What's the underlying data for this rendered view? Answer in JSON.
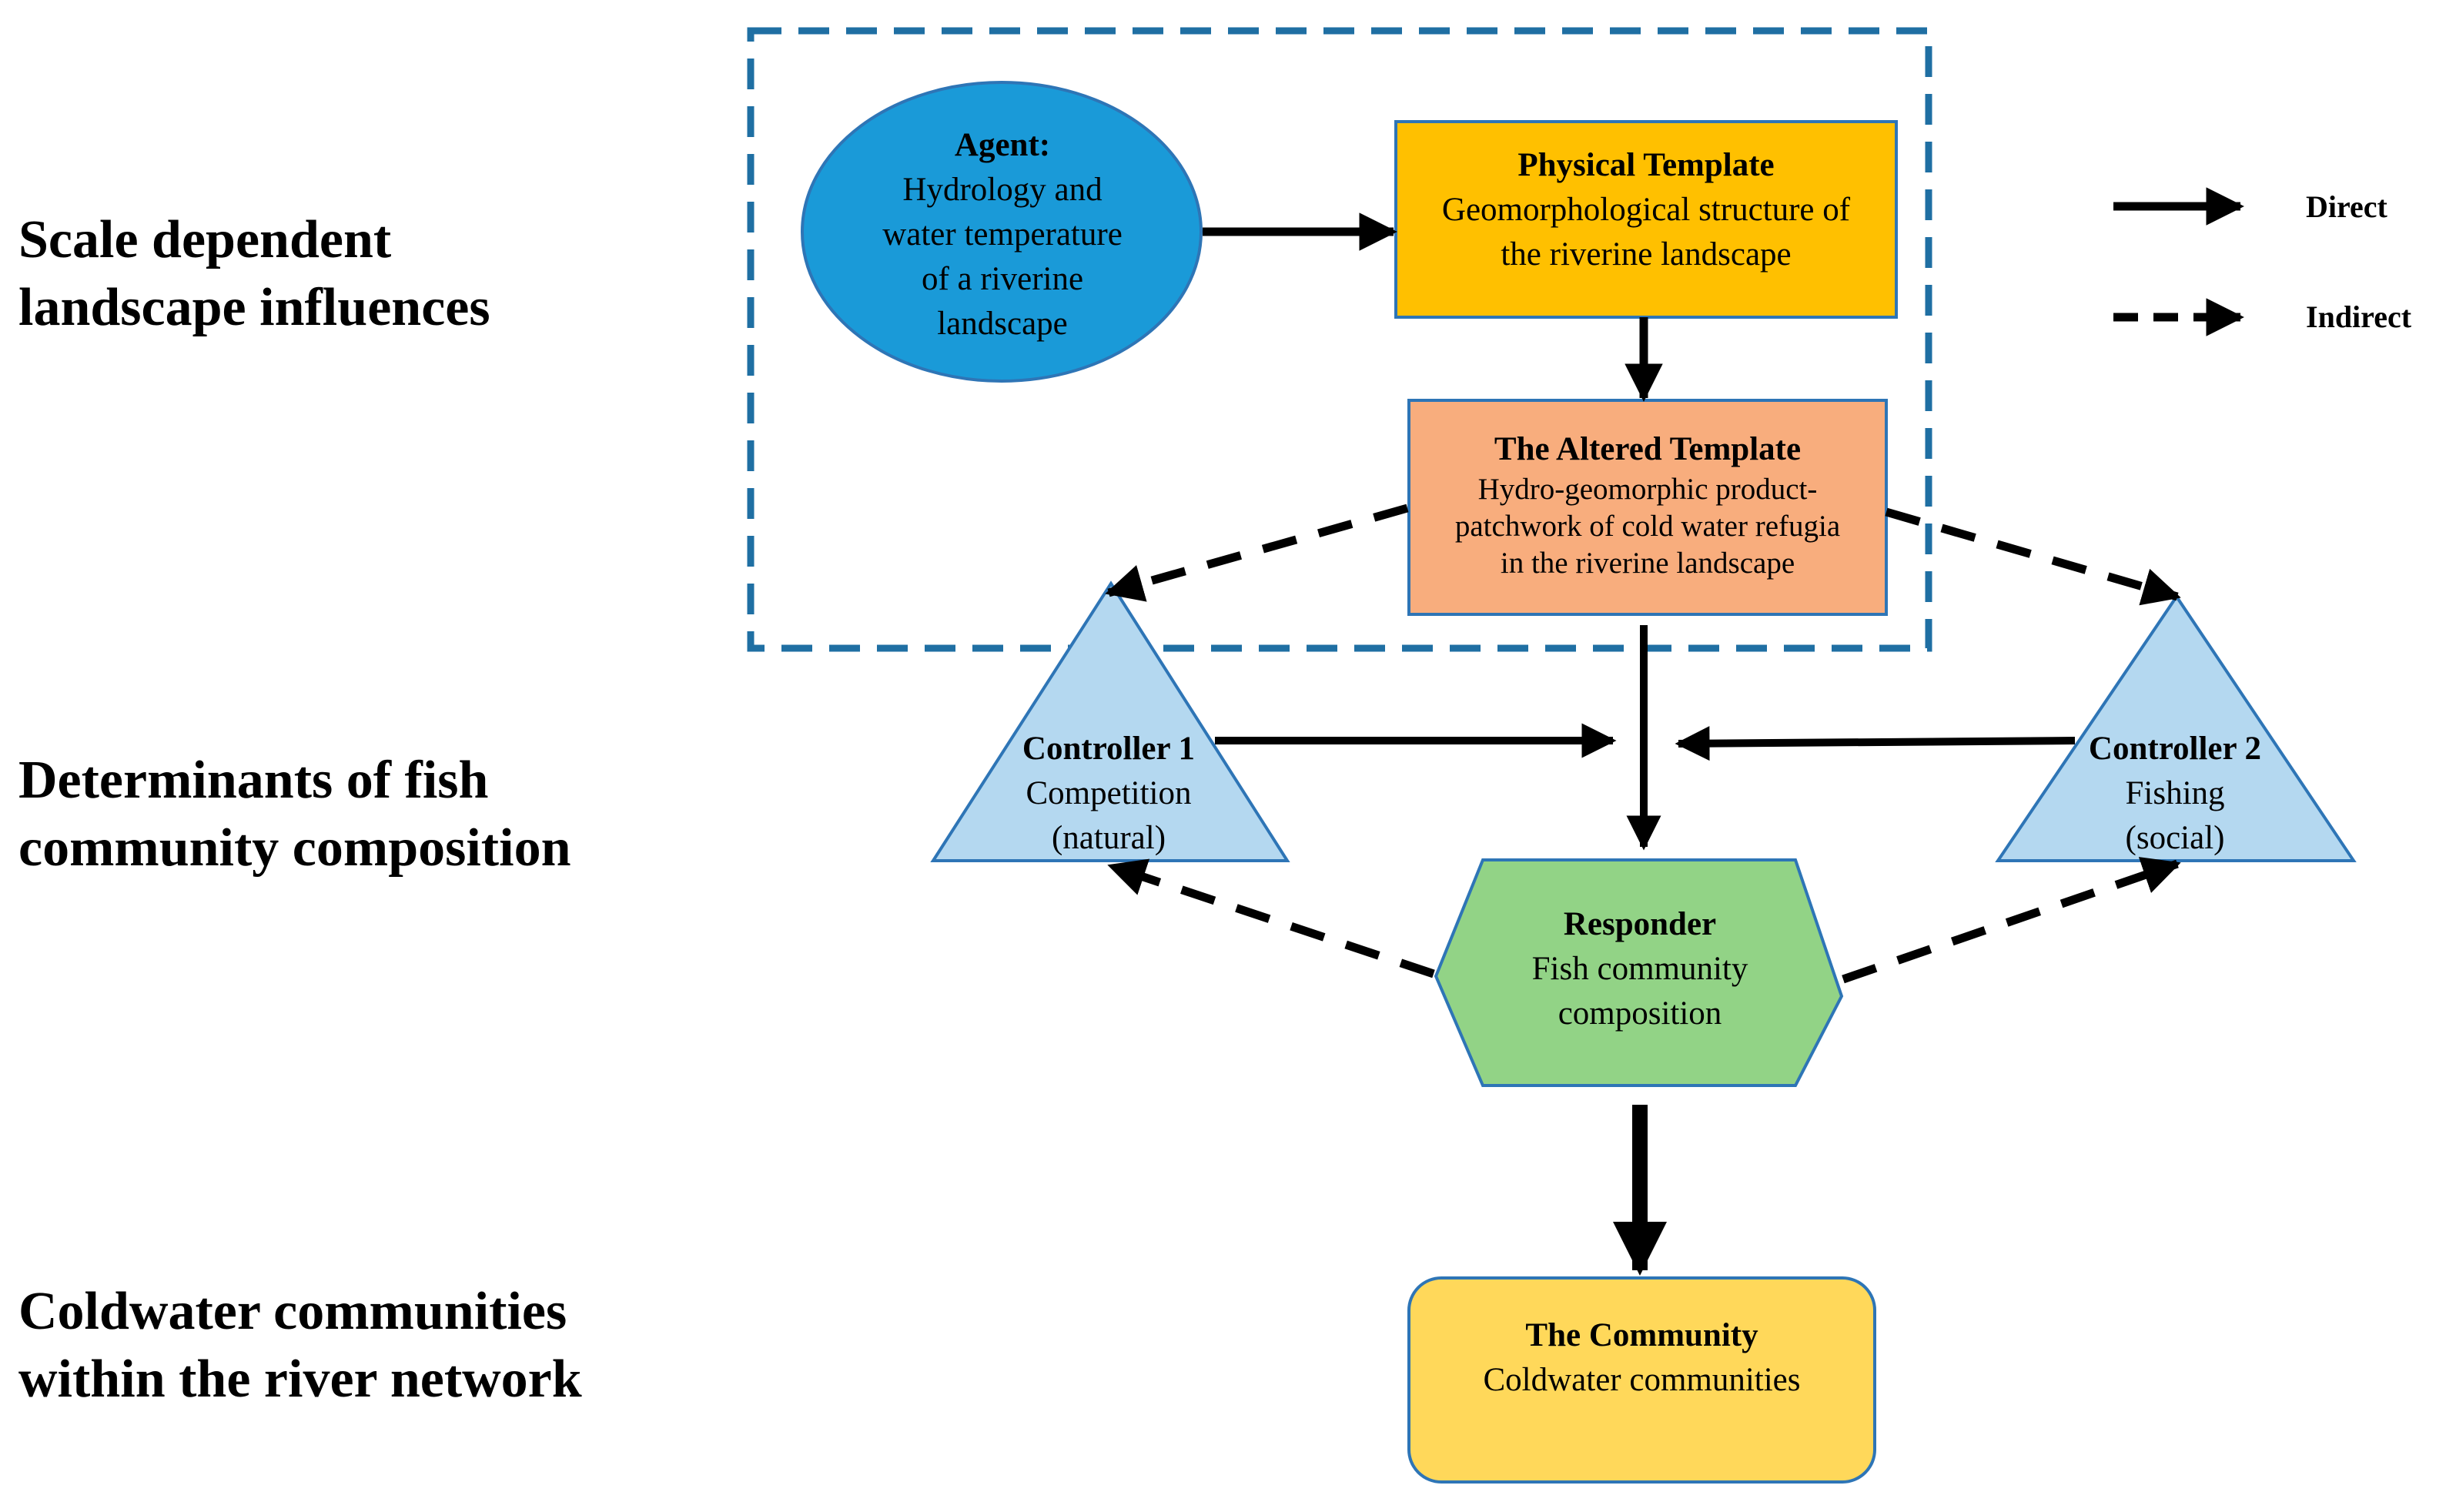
{
  "row_labels": {
    "landscape": [
      "Scale dependent",
      "landscape influences"
    ],
    "determinants": [
      "Determinants of fish",
      "community composition"
    ],
    "coldwater": [
      "Coldwater communities",
      "within the river network"
    ]
  },
  "nodes": {
    "agent": {
      "title": "Agent:",
      "lines": [
        "Hydrology and",
        "water temperature",
        "of a riverine",
        "landscape"
      ],
      "fill": "#1a9ad8"
    },
    "physical": {
      "title": "Physical Template",
      "lines": [
        "Geomorphological structure of",
        "the riverine landscape"
      ],
      "fill": "#ffc000"
    },
    "altered": {
      "title": "The Altered Template",
      "lines": [
        "Hydro-geomorphic product-",
        "patchwork of cold water refugia",
        "in the riverine landscape"
      ],
      "fill": "#f8ad7d"
    },
    "controller1": {
      "title": "Controller 1",
      "lines": [
        "Competition",
        "(natural)"
      ],
      "fill": "#b4d8f0"
    },
    "controller2": {
      "title": "Controller 2",
      "lines": [
        "Fishing",
        "(social)"
      ],
      "fill": "#b4d8f0"
    },
    "responder": {
      "title": "Responder",
      "lines": [
        "Fish community",
        "composition"
      ],
      "fill": "#92d386"
    },
    "community": {
      "title": "The Community",
      "lines": [
        "Coldwater communities"
      ],
      "fill": "#ffd85a"
    }
  },
  "legend": {
    "direct": "Direct",
    "indirect": "Indirect"
  },
  "colors": {
    "boundary": "#1f6fa3",
    "outline": "#2e75b6",
    "arrow": "#000000"
  }
}
